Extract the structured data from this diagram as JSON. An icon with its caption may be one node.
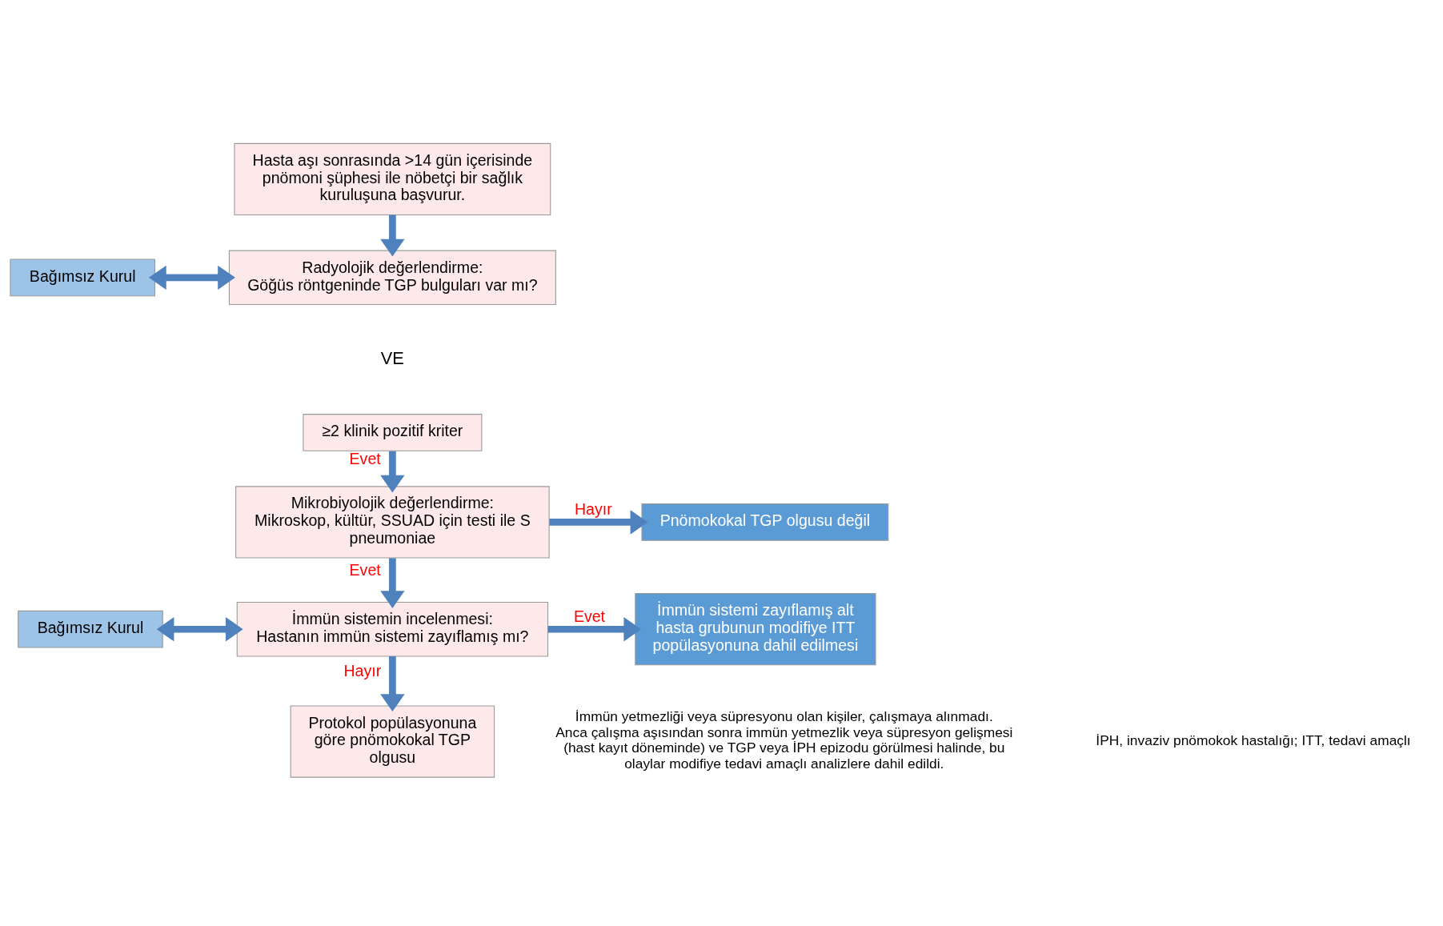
{
  "diagram": {
    "nodes": [
      {
        "text": [
          "Hasta aşı sonrasında >14 gün içerisinde pnömoni şüphesi ile nöbetçi bir sağlık kuruluşuna başvurur."
        ]
      },
      {
        "text": [
          "Radyolojik değerlendirme:",
          "Göğüs röntgeninde TGP bulguları var mı?"
        ]
      },
      {
        "text": [
          "Bağımsız Kurul"
        ]
      },
      {
        "text": [
          "≥2 klinik pozitif kriter"
        ]
      },
      {
        "text": [
          "Mikrobiyolojik değerlendirme:",
          "Mikroskop, kültür, SSUAD için testi ile S pneumoniae"
        ]
      },
      {
        "text": [
          "Pnömokokal TGP olgusu değil"
        ]
      },
      {
        "text": [
          "İmmün sistemin incelenmesi:",
          "Hastanın immün sistemi zayıflamış mı?"
        ]
      },
      {
        "text": [
          "Bağımsız Kurul"
        ]
      },
      {
        "text": [
          "İmmün sistemi zayıflamış alt hasta grubunun modifiye ITT popülasyonuna dahil edilmesi"
        ]
      },
      {
        "text": [
          "Protokol popülasyonuna göre pnömokokal TGP olgusu"
        ]
      }
    ],
    "edges": [
      {
        "from": 0,
        "to": 1,
        "arrow": "to"
      },
      {
        "from": 2,
        "to": 1,
        "arrow": "both"
      },
      {
        "from": 3,
        "to": 4,
        "arrow": "to",
        "label": "Evet"
      },
      {
        "from": 4,
        "to": 5,
        "arrow": "to",
        "label": "Hayır"
      },
      {
        "from": 4,
        "to": 6,
        "arrow": "to",
        "label": "Evet"
      },
      {
        "from": 7,
        "to": 6,
        "arrow": "both"
      },
      {
        "from": 6,
        "to": 8,
        "arrow": "to",
        "label": "Evet"
      },
      {
        "from": 6,
        "to": 9,
        "arrow": "to",
        "label": "Hayır"
      }
    ],
    "labels": [
      "VE",
      "İmmün yetmezliği veya süpresyonu olan kişiler, çalışmaya alınmadı. Anca çalışma aşısından sonra immün yetmezlik veya süpresyon gelişmesi (hast kayıt döneminde) ve TGP veya İPH epizodu görülmesi halinde, bu olaylar modifiye tedavi amaçlı analizlere dahil edildi.",
      "İPH, invaziv pnömokok hastalığı; ITT, tedavi amaçlı"
    ]
  }
}
